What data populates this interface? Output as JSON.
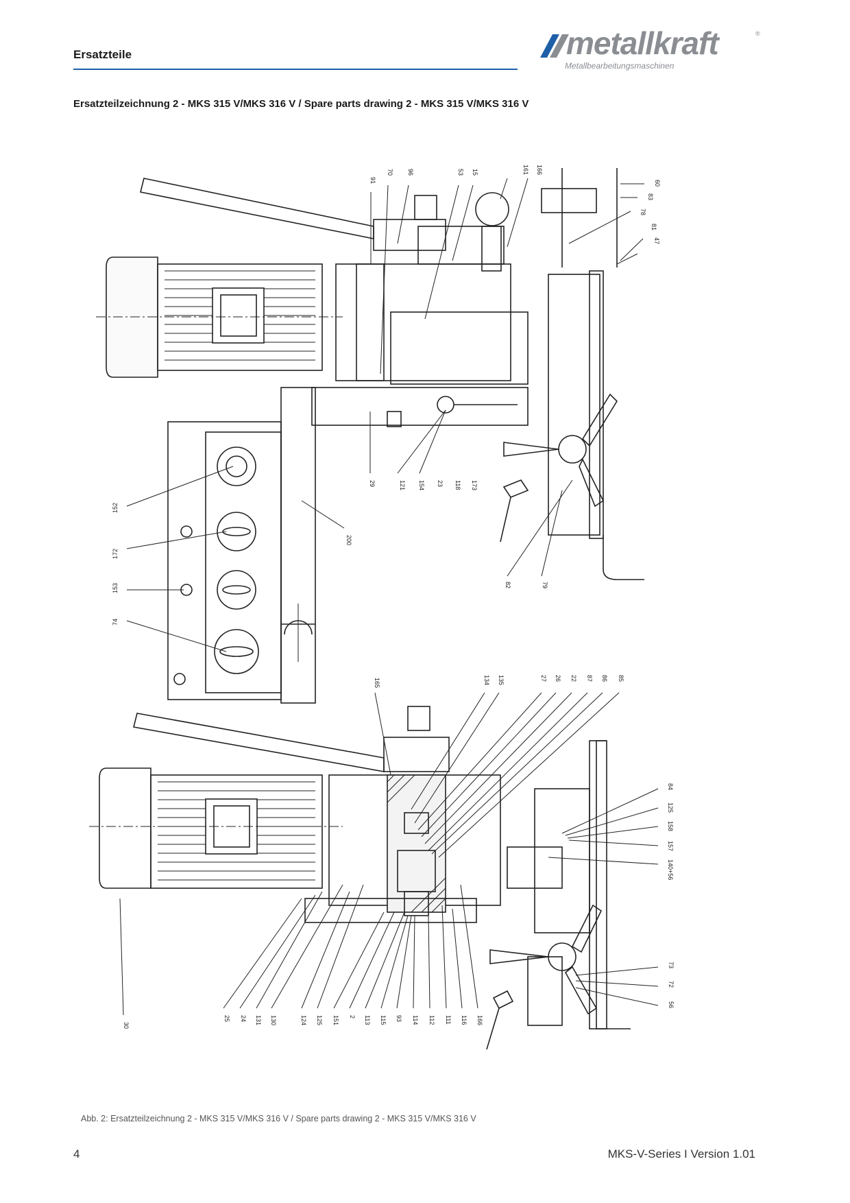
{
  "header": {
    "section_title": "Ersatzteile",
    "logo": {
      "wordmark": "metallkraft",
      "tagline": "Metallbearbeitungsmaschinen",
      "registered": "®",
      "colors": {
        "gray": "#8a8d92",
        "blue": "#1f5fa8"
      }
    }
  },
  "drawing_title": "Ersatzteilzeichnung 2 - MKS 315 V/MKS 316 V / Spare parts drawing 2 - MKS 315 V/MKS 316 V",
  "drawing": {
    "upper_callouts": [
      "91",
      "70",
      "96",
      "53",
      "15",
      "161",
      "166",
      "60",
      "83",
      "78",
      "81",
      "47",
      "29",
      "121",
      "154",
      "23",
      "118",
      "173",
      "152",
      "200",
      "172",
      "153",
      "74",
      "82",
      "79"
    ],
    "lower_callouts": [
      "165",
      "134",
      "135",
      "27",
      "26",
      "22",
      "87",
      "86",
      "85",
      "84",
      "125",
      "158",
      "157",
      "140+56",
      "30",
      "25",
      "24",
      "131",
      "130",
      "124",
      "125",
      "151",
      "2",
      "113",
      "115",
      "93",
      "114",
      "112",
      "111",
      "116",
      "166",
      "73",
      "72",
      "56"
    ]
  },
  "caption": "Abb. 2: Ersatzteilzeichnung 2 - MKS 315 V/MKS 316 V / Spare parts drawing 2 - MKS 315 V/MKS 316 V",
  "footer": {
    "page_number": "4",
    "doc_version": "MKS-V-Series I Version 1.01"
  }
}
